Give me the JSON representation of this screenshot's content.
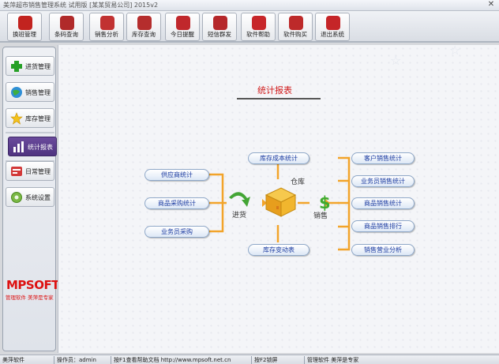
{
  "window": {
    "title": "美萍超市销售管理系统 试用版 [某某贸易公司] 2015v2",
    "close_glyph": "✕"
  },
  "toolbar": [
    {
      "label": "换班管理",
      "color": "#c2231f"
    },
    {
      "label": "条码查询",
      "color": "#b02a2a"
    },
    {
      "label": "销售分析",
      "color": "#c13232"
    },
    {
      "label": "库存查询",
      "color": "#b52d2d"
    },
    {
      "label": "今日提醒",
      "color": "#c0282c"
    },
    {
      "label": "短信群发",
      "color": "#b5272a"
    },
    {
      "label": "软件帮助",
      "color": "#c7262a"
    },
    {
      "label": "软件购买",
      "color": "#bd2a2a"
    },
    {
      "label": "退出系统",
      "color": "#c52528"
    }
  ],
  "sidebar": {
    "items": [
      {
        "label": "进货管理",
        "icon": "plus-icon"
      },
      {
        "label": "销售管理",
        "icon": "globe-icon"
      },
      {
        "label": "库存管理",
        "icon": "star-icon"
      },
      {
        "label": "统计报表",
        "icon": "bar-chart-icon",
        "active": true
      },
      {
        "label": "日常管理",
        "icon": "settings-icon"
      },
      {
        "label": "系统设置",
        "icon": "gear-icon"
      }
    ],
    "brand": "MPSOFT",
    "brand_sub": "管理软件 美萍是专家"
  },
  "report": {
    "title": "统计报表",
    "left": [
      "供应商统计",
      "商品采购统计",
      "业务员采购"
    ],
    "top": "库存成本统计",
    "bottom": "库存变动表",
    "right": [
      "客户销售统计",
      "业务员销售统计",
      "商品销售统计",
      "商品销售排行",
      "销售营业分析"
    ],
    "in_label": "进货",
    "warehouse_label": "仓库",
    "out_label": "销售"
  },
  "statusbar": {
    "app": "美萍软件",
    "operator": "操作员：admin",
    "help": "按F1查看帮助文档 http://www.mpsoft.net.cn",
    "lock": "按F2锁屏",
    "slogan": "管理软件 美萍是专家"
  },
  "colors": {
    "accent_red": "#d01818",
    "nav_active": "#5b3d8e",
    "pill_text": "#1a3aa0",
    "connector": "#f2a42a"
  }
}
